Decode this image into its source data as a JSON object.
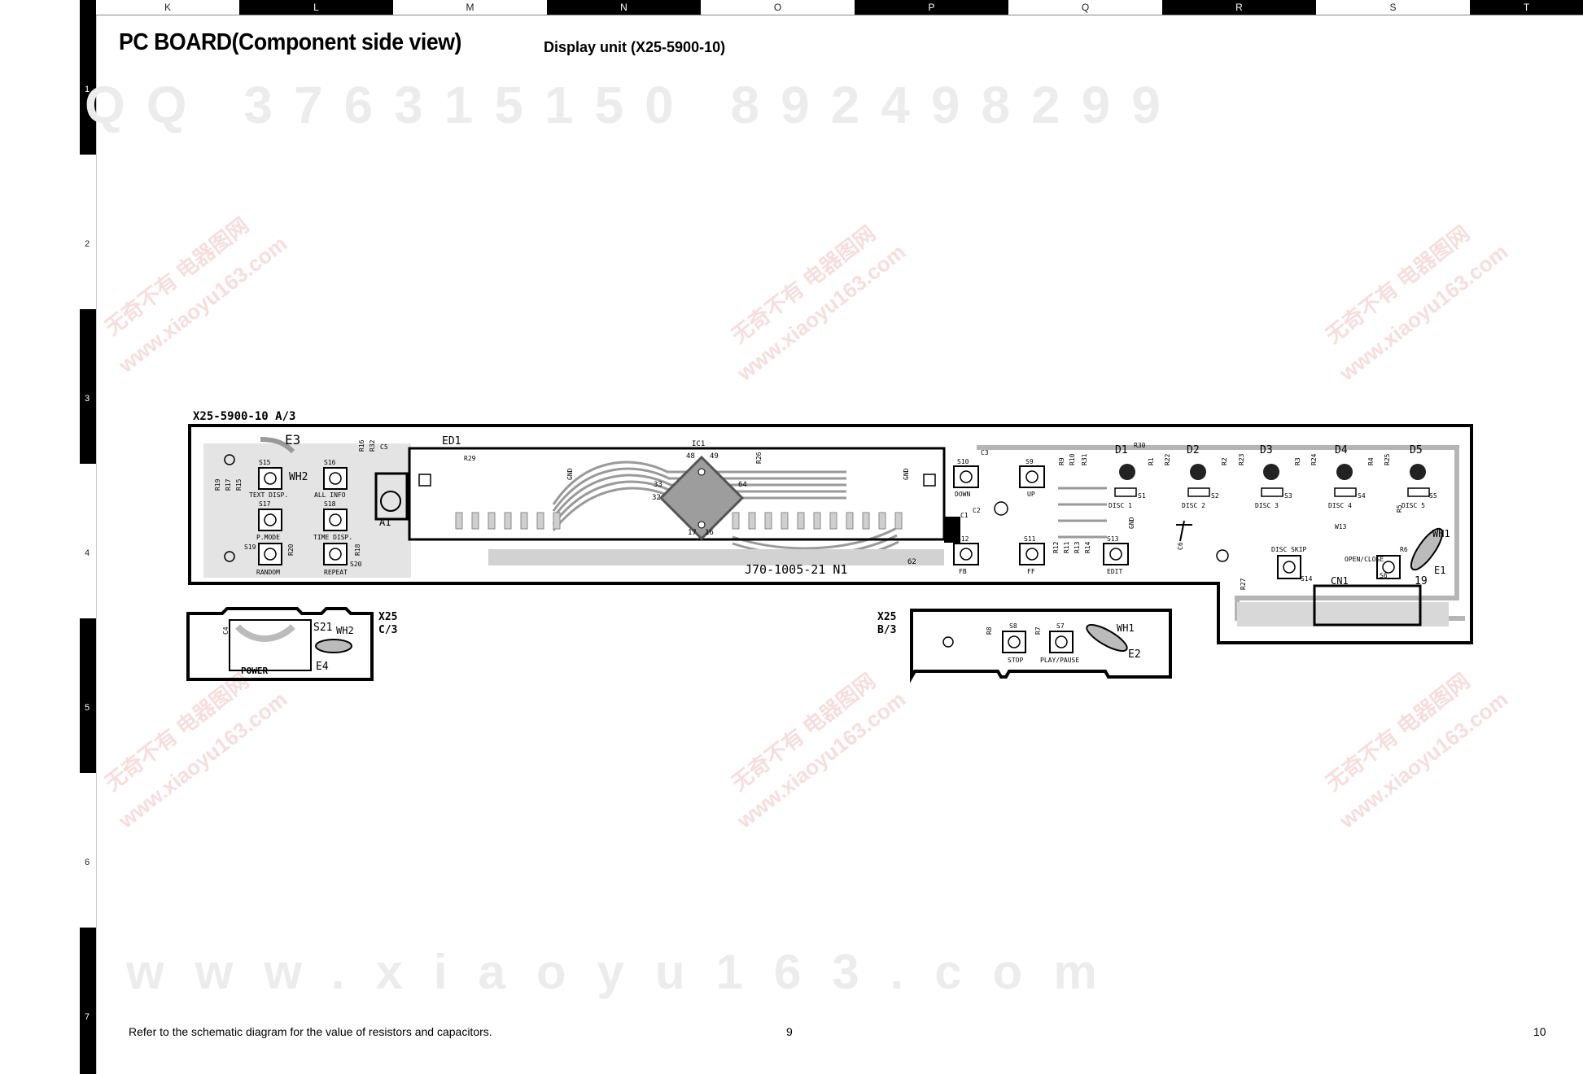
{
  "columns": [
    "K",
    "L",
    "M",
    "N",
    "O",
    "P",
    "Q",
    "R",
    "S",
    "T"
  ],
  "rows": [
    "1",
    "2",
    "3",
    "4",
    "5",
    "6",
    "7"
  ],
  "title": "PC BOARD(Component side view)",
  "subtitle": "Display unit (X25-5900-10)",
  "watermarks": {
    "top": "QQ 376315150   892498299",
    "bottom": "www.xiaoyu163.com",
    "diag_cn": "无奇不有 电器图网",
    "diag_url": "www.xiaoyu163.com"
  },
  "board_a": {
    "id": "X25-5900-10  A/3",
    "part_no": "J70-1005-21  N1",
    "refs": [
      "E3",
      "WH2",
      "S15",
      "S16",
      "TEXT DISP.",
      "ALL INFO",
      "S17",
      "S18",
      "P.MODE",
      "TIME DISP.",
      "S19",
      "S20",
      "RANDOM",
      "REPEAT",
      "R19",
      "R17",
      "R15",
      "R16",
      "R32",
      "R18",
      "R20",
      "C5",
      "A1",
      "ED1",
      "R29",
      "IC1",
      "48",
      "49",
      "33",
      "32",
      "64",
      "17",
      "16",
      "R26",
      "62",
      "GND",
      "GND",
      "C3",
      "S10",
      "S9",
      "DOWN",
      "UP",
      "C2",
      "C1",
      "S12",
      "S11",
      "FB",
      "FF",
      "R9",
      "R10",
      "R31",
      "R12",
      "R11",
      "R13",
      "R14",
      "S13",
      "EDIT",
      "C6",
      "GND",
      "D1",
      "D2",
      "D3",
      "D4",
      "D5",
      "R30",
      "R1",
      "R22",
      "R2",
      "R23",
      "R3",
      "R24",
      "R4",
      "R25",
      "R5",
      "S1",
      "S2",
      "S3",
      "S4",
      "S5",
      "DISC 1",
      "DISC 2",
      "DISC 3",
      "DISC 4",
      "DISC 5",
      "W13",
      "WH1",
      "E1",
      "R6",
      "DISC SKIP",
      "S14",
      "OPEN/CLOSE",
      "S6",
      "CN1",
      "19",
      "R27"
    ]
  },
  "board_c": {
    "id": "X25\nC/3",
    "refs": [
      "C4",
      "S21",
      "WH2",
      "E4",
      "POWER"
    ]
  },
  "board_b": {
    "id": "X25\nB/3",
    "refs": [
      "R8",
      "S8",
      "R7",
      "S7",
      "WH1",
      "E2",
      "STOP",
      "PLAY/PAUSE"
    ]
  },
  "footer": {
    "note": "Refer to the schematic diagram for the value of resistors and capacitors.",
    "page_left": "9",
    "page_right": "10"
  }
}
